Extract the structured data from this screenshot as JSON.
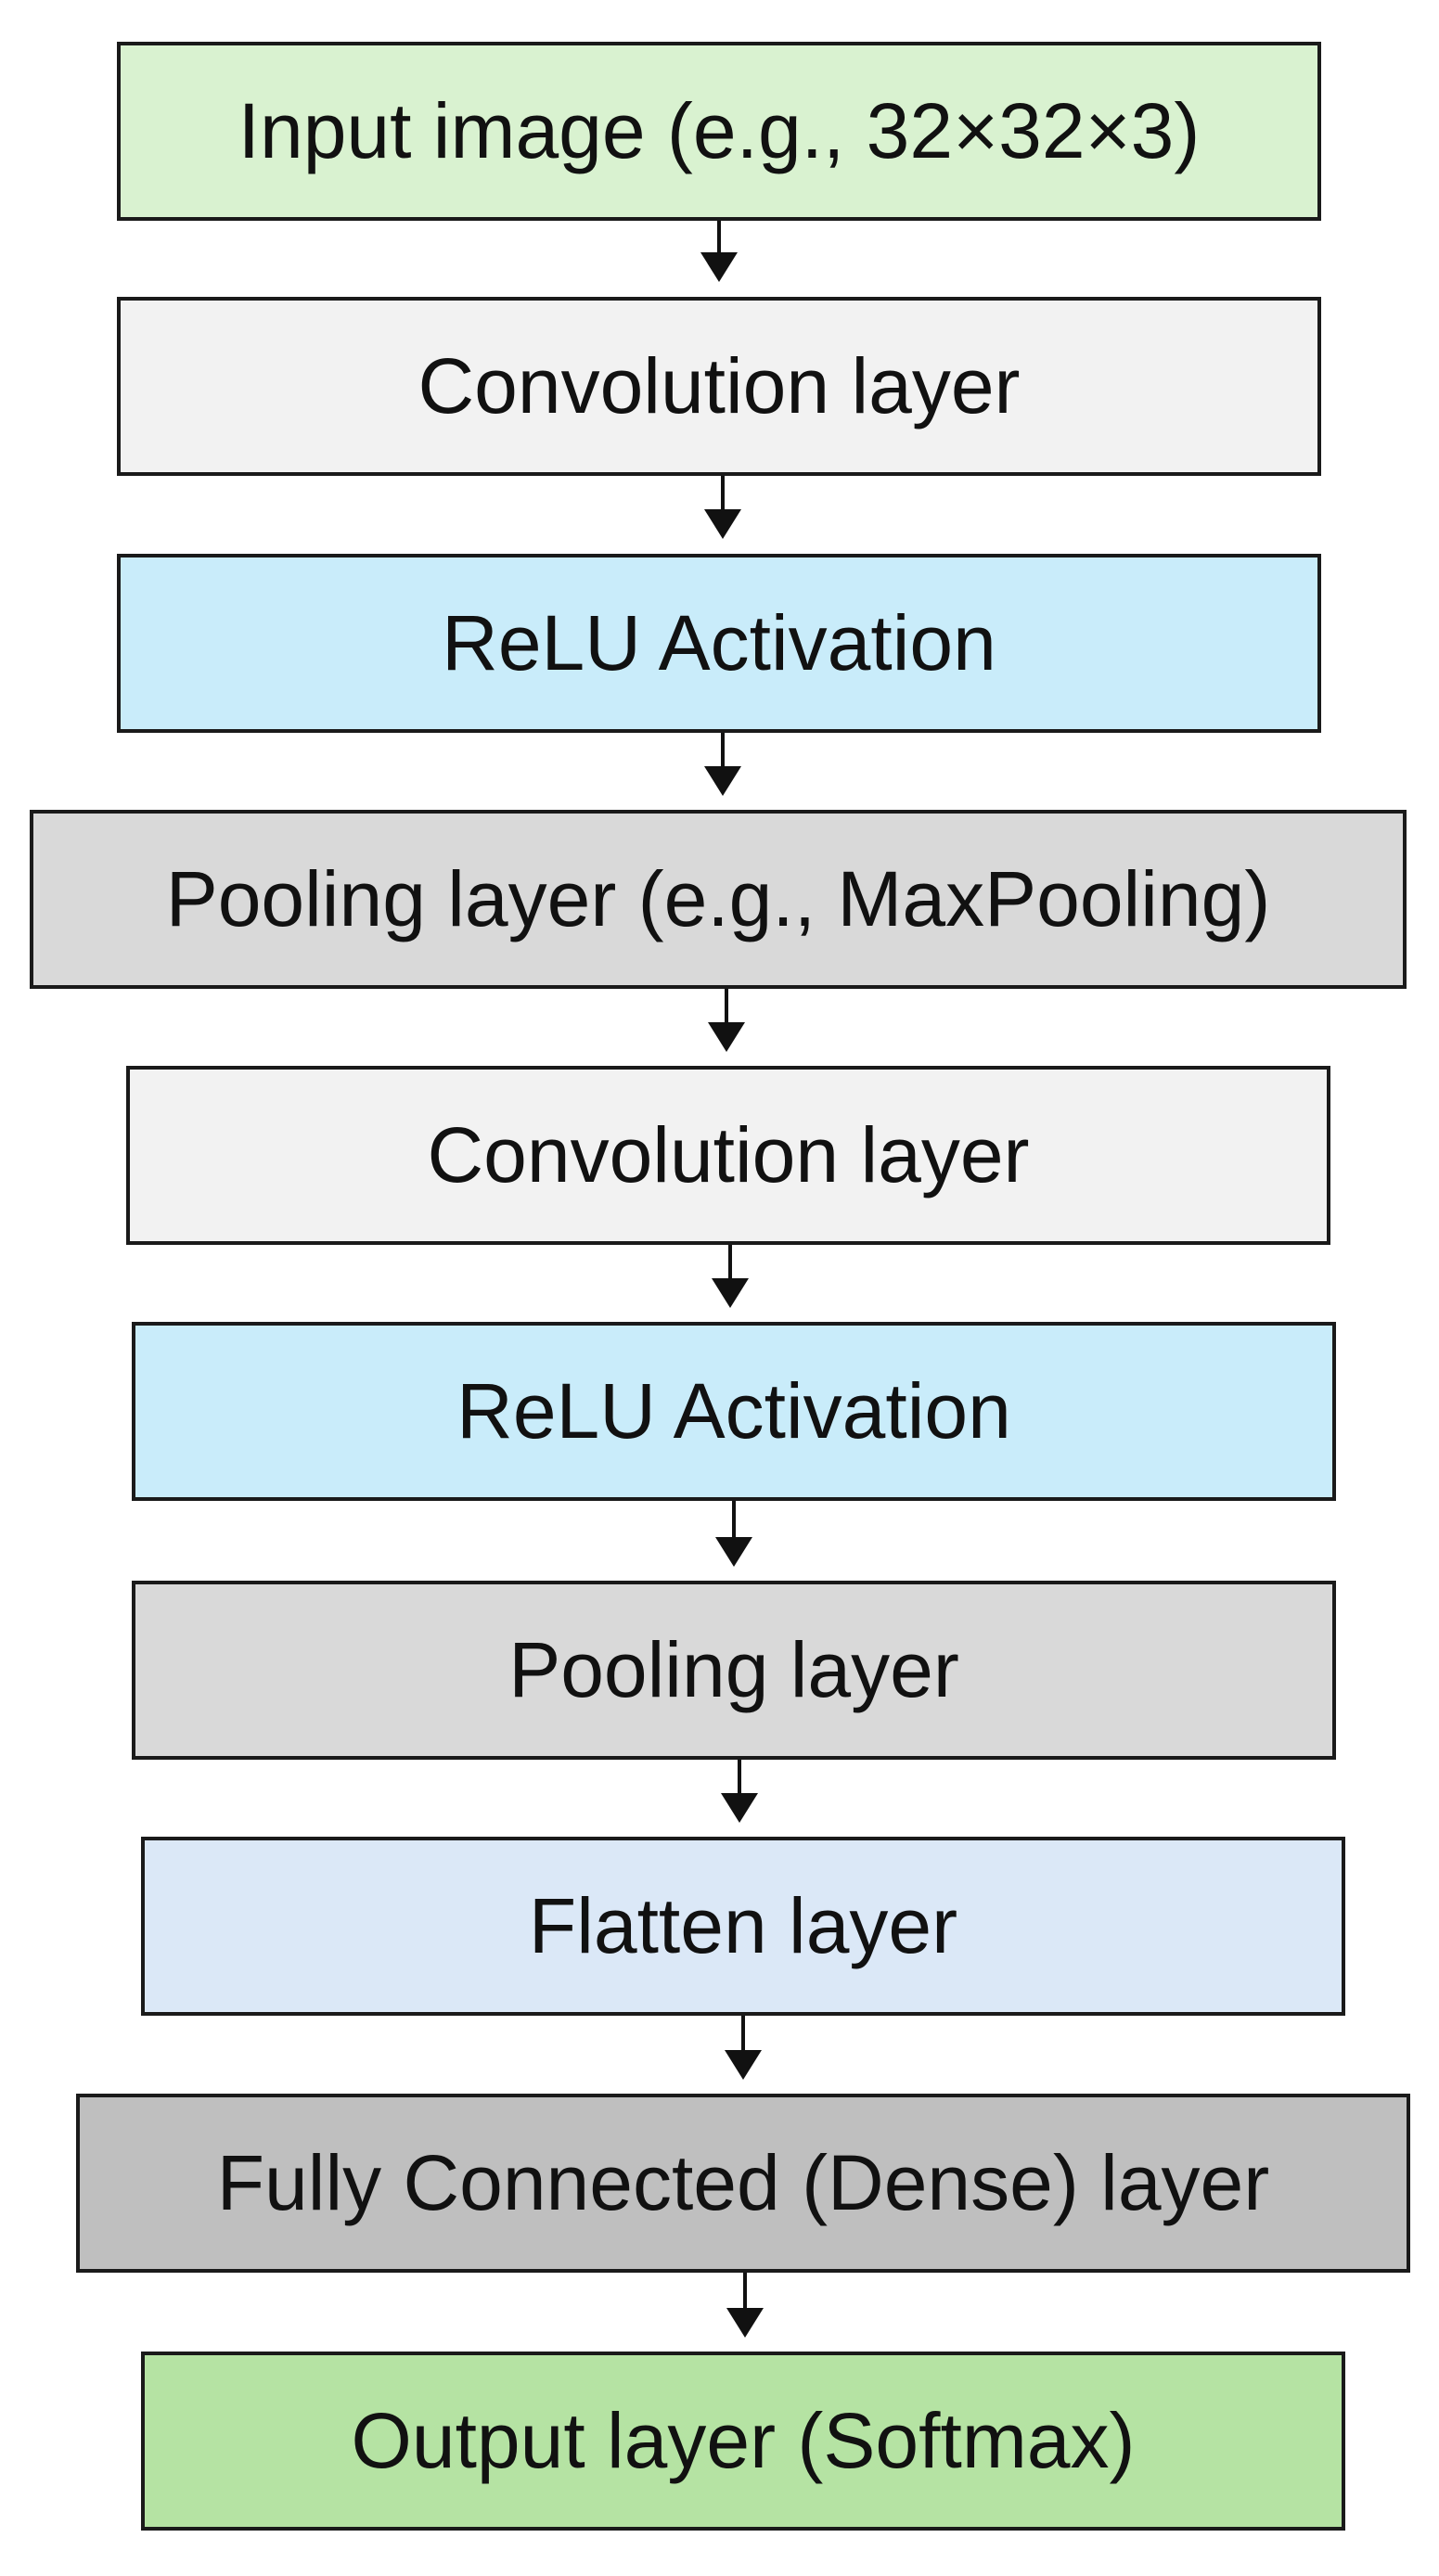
{
  "diagram": {
    "nodes": [
      {
        "id": "input",
        "label": "Input image (e.g., 32×32×3)",
        "fill": "#d9f2d0"
      },
      {
        "id": "conv1",
        "label": "Convolution layer",
        "fill": "#f2f2f2"
      },
      {
        "id": "relu1",
        "label": "ReLU Activation",
        "fill": "#c9ecfa"
      },
      {
        "id": "pool1",
        "label": "Pooling layer (e.g., MaxPooling)",
        "fill": "#d9d9d9"
      },
      {
        "id": "conv2",
        "label": "Convolution layer",
        "fill": "#f2f2f2"
      },
      {
        "id": "relu2",
        "label": "ReLU Activation",
        "fill": "#c9ecfa"
      },
      {
        "id": "pool2",
        "label": "Pooling layer",
        "fill": "#d9d9d9"
      },
      {
        "id": "flatten",
        "label": "Flatten layer",
        "fill": "#dbe8f7"
      },
      {
        "id": "dense",
        "label": "Fully Connected (Dense) layer",
        "fill": "#bfbfbf"
      },
      {
        "id": "output",
        "label": "Output layer (Softmax)",
        "fill": "#b5e3a3"
      }
    ],
    "edges": [
      {
        "from": "input",
        "to": "conv1"
      },
      {
        "from": "conv1",
        "to": "relu1"
      },
      {
        "from": "relu1",
        "to": "pool1"
      },
      {
        "from": "pool1",
        "to": "conv2"
      },
      {
        "from": "conv2",
        "to": "relu2"
      },
      {
        "from": "relu2",
        "to": "pool2"
      },
      {
        "from": "pool2",
        "to": "flatten"
      },
      {
        "from": "flatten",
        "to": "dense"
      },
      {
        "from": "dense",
        "to": "output"
      }
    ]
  }
}
